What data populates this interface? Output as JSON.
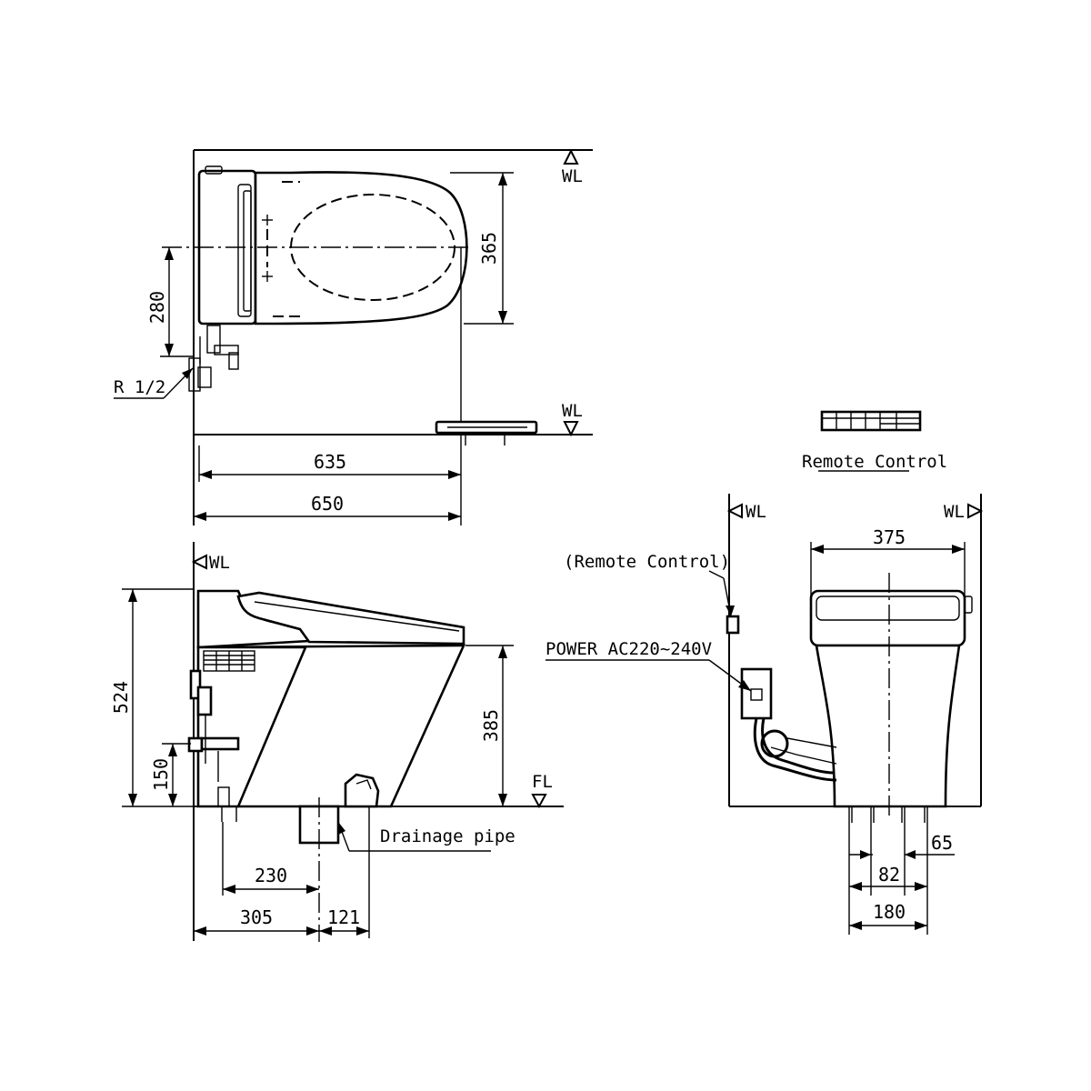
{
  "labels": {
    "wl": "WL",
    "fl": "FL",
    "r_half": "R 1/2",
    "remote_control_title": "Remote Control",
    "remote_control_wall": "(Remote Control)",
    "power": "POWER AC220~240V",
    "drainage_pipe": "Drainage pipe"
  },
  "dimensions": {
    "top_365": "365",
    "top_280": "280",
    "top_635": "635",
    "top_650": "650",
    "side_524": "524",
    "side_385": "385",
    "side_150": "150",
    "side_230": "230",
    "side_305": "305",
    "side_121": "121",
    "front_375": "375",
    "front_65": "65",
    "front_82": "82",
    "front_180": "180"
  }
}
